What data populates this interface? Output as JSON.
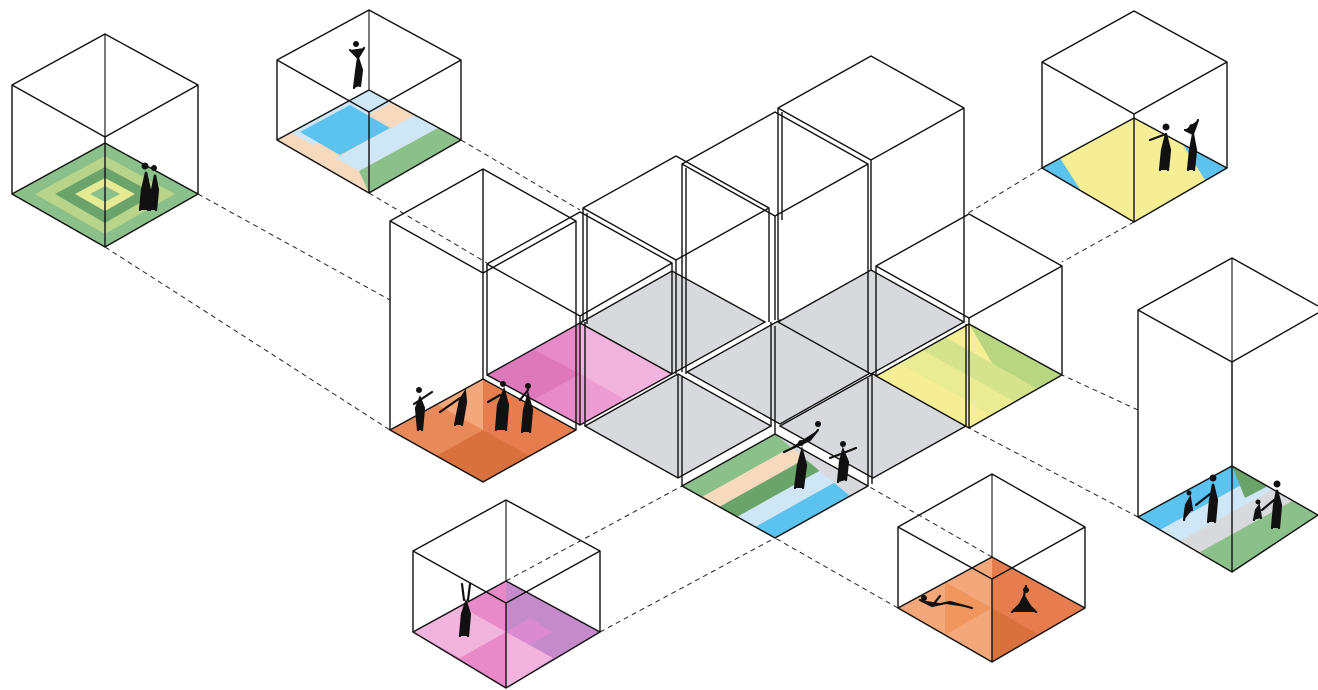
{
  "diagram": {
    "kind": "isometric-exploded-modules",
    "palette": {
      "green": "#8cc08b",
      "green_dark": "#6aa46a",
      "yellow": "#f6ee95",
      "blue": "#5cc2ef",
      "pink": "#e88ac8",
      "pink_light": "#f2b3dd",
      "orange": "#e77d4f",
      "orange_light": "#f3a77a",
      "grey": "#d8d9dc",
      "peach": "#f7d9bd",
      "pale_blue": "#cfe6f6",
      "line": "#111111"
    },
    "modules": [
      {
        "id": "green-cube-left",
        "floor": "green-chevron"
      },
      {
        "id": "blue-cube-top",
        "floor": "blue-chevron"
      },
      {
        "id": "yellow-cube-right",
        "floor": "yellow-blue"
      },
      {
        "id": "tall-cube-right",
        "floor": "blue-green-chevron"
      },
      {
        "id": "pink-cube-bottom",
        "floor": "pink-chevron"
      },
      {
        "id": "orange-cube-bottom",
        "floor": "orange-chevron"
      }
    ],
    "central_cluster": {
      "colored_floors": [
        "orange",
        "pink",
        "yellow-green",
        "blue-green-chevron"
      ],
      "empty_floors": 5
    }
  }
}
